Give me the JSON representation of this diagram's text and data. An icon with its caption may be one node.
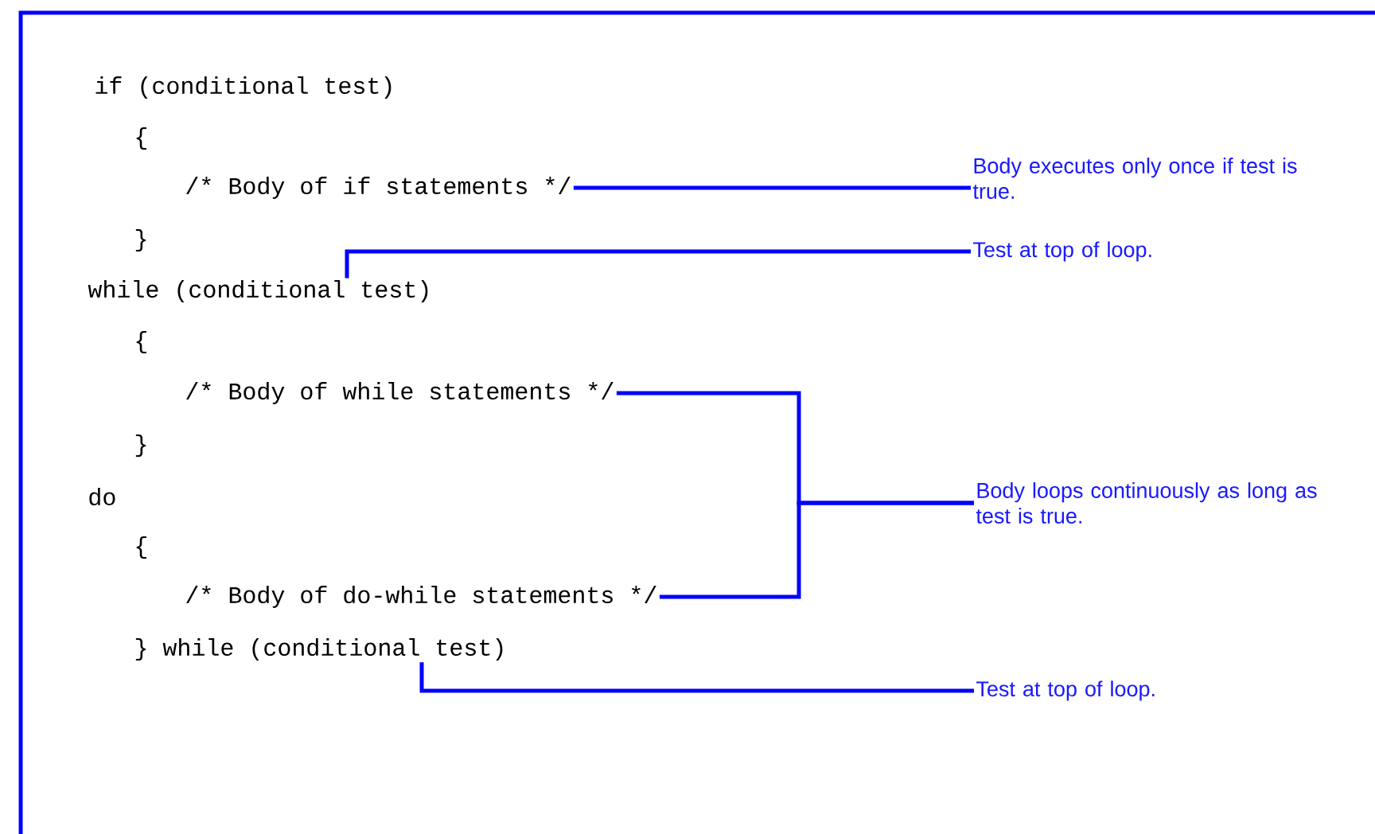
{
  "diagram": {
    "nodes": [
      {
        "text": [
          "/* Body of if statements */"
        ]
      },
      {
        "text": [
          "Body executes only once if test is true."
        ]
      },
      {
        "text": [
          "while (conditional test)"
        ]
      },
      {
        "text": [
          "Test at top of loop."
        ]
      },
      {
        "text": [
          "/* Body of while statements */"
        ]
      },
      {
        "text": [
          "Body loops continuously as long as test is true."
        ]
      },
      {
        "text": [
          "/* Body of do-while statements */"
        ]
      },
      {
        "text": [
          "}  while (conditional test)"
        ]
      },
      {
        "text": [
          "Test at top of loop."
        ]
      }
    ],
    "edges": [
      {
        "from": 0,
        "to": 1,
        "arrow": "none"
      },
      {
        "from": 2,
        "to": 3,
        "arrow": "none"
      },
      {
        "from": 4,
        "to": 5,
        "arrow": "none"
      },
      {
        "from": 6,
        "to": 5,
        "arrow": "none"
      },
      {
        "from": 7,
        "to": 8,
        "arrow": "none"
      }
    ],
    "labels": [
      "if (conditional test)",
      "{",
      "}",
      "{",
      "}",
      "do",
      "{"
    ]
  }
}
